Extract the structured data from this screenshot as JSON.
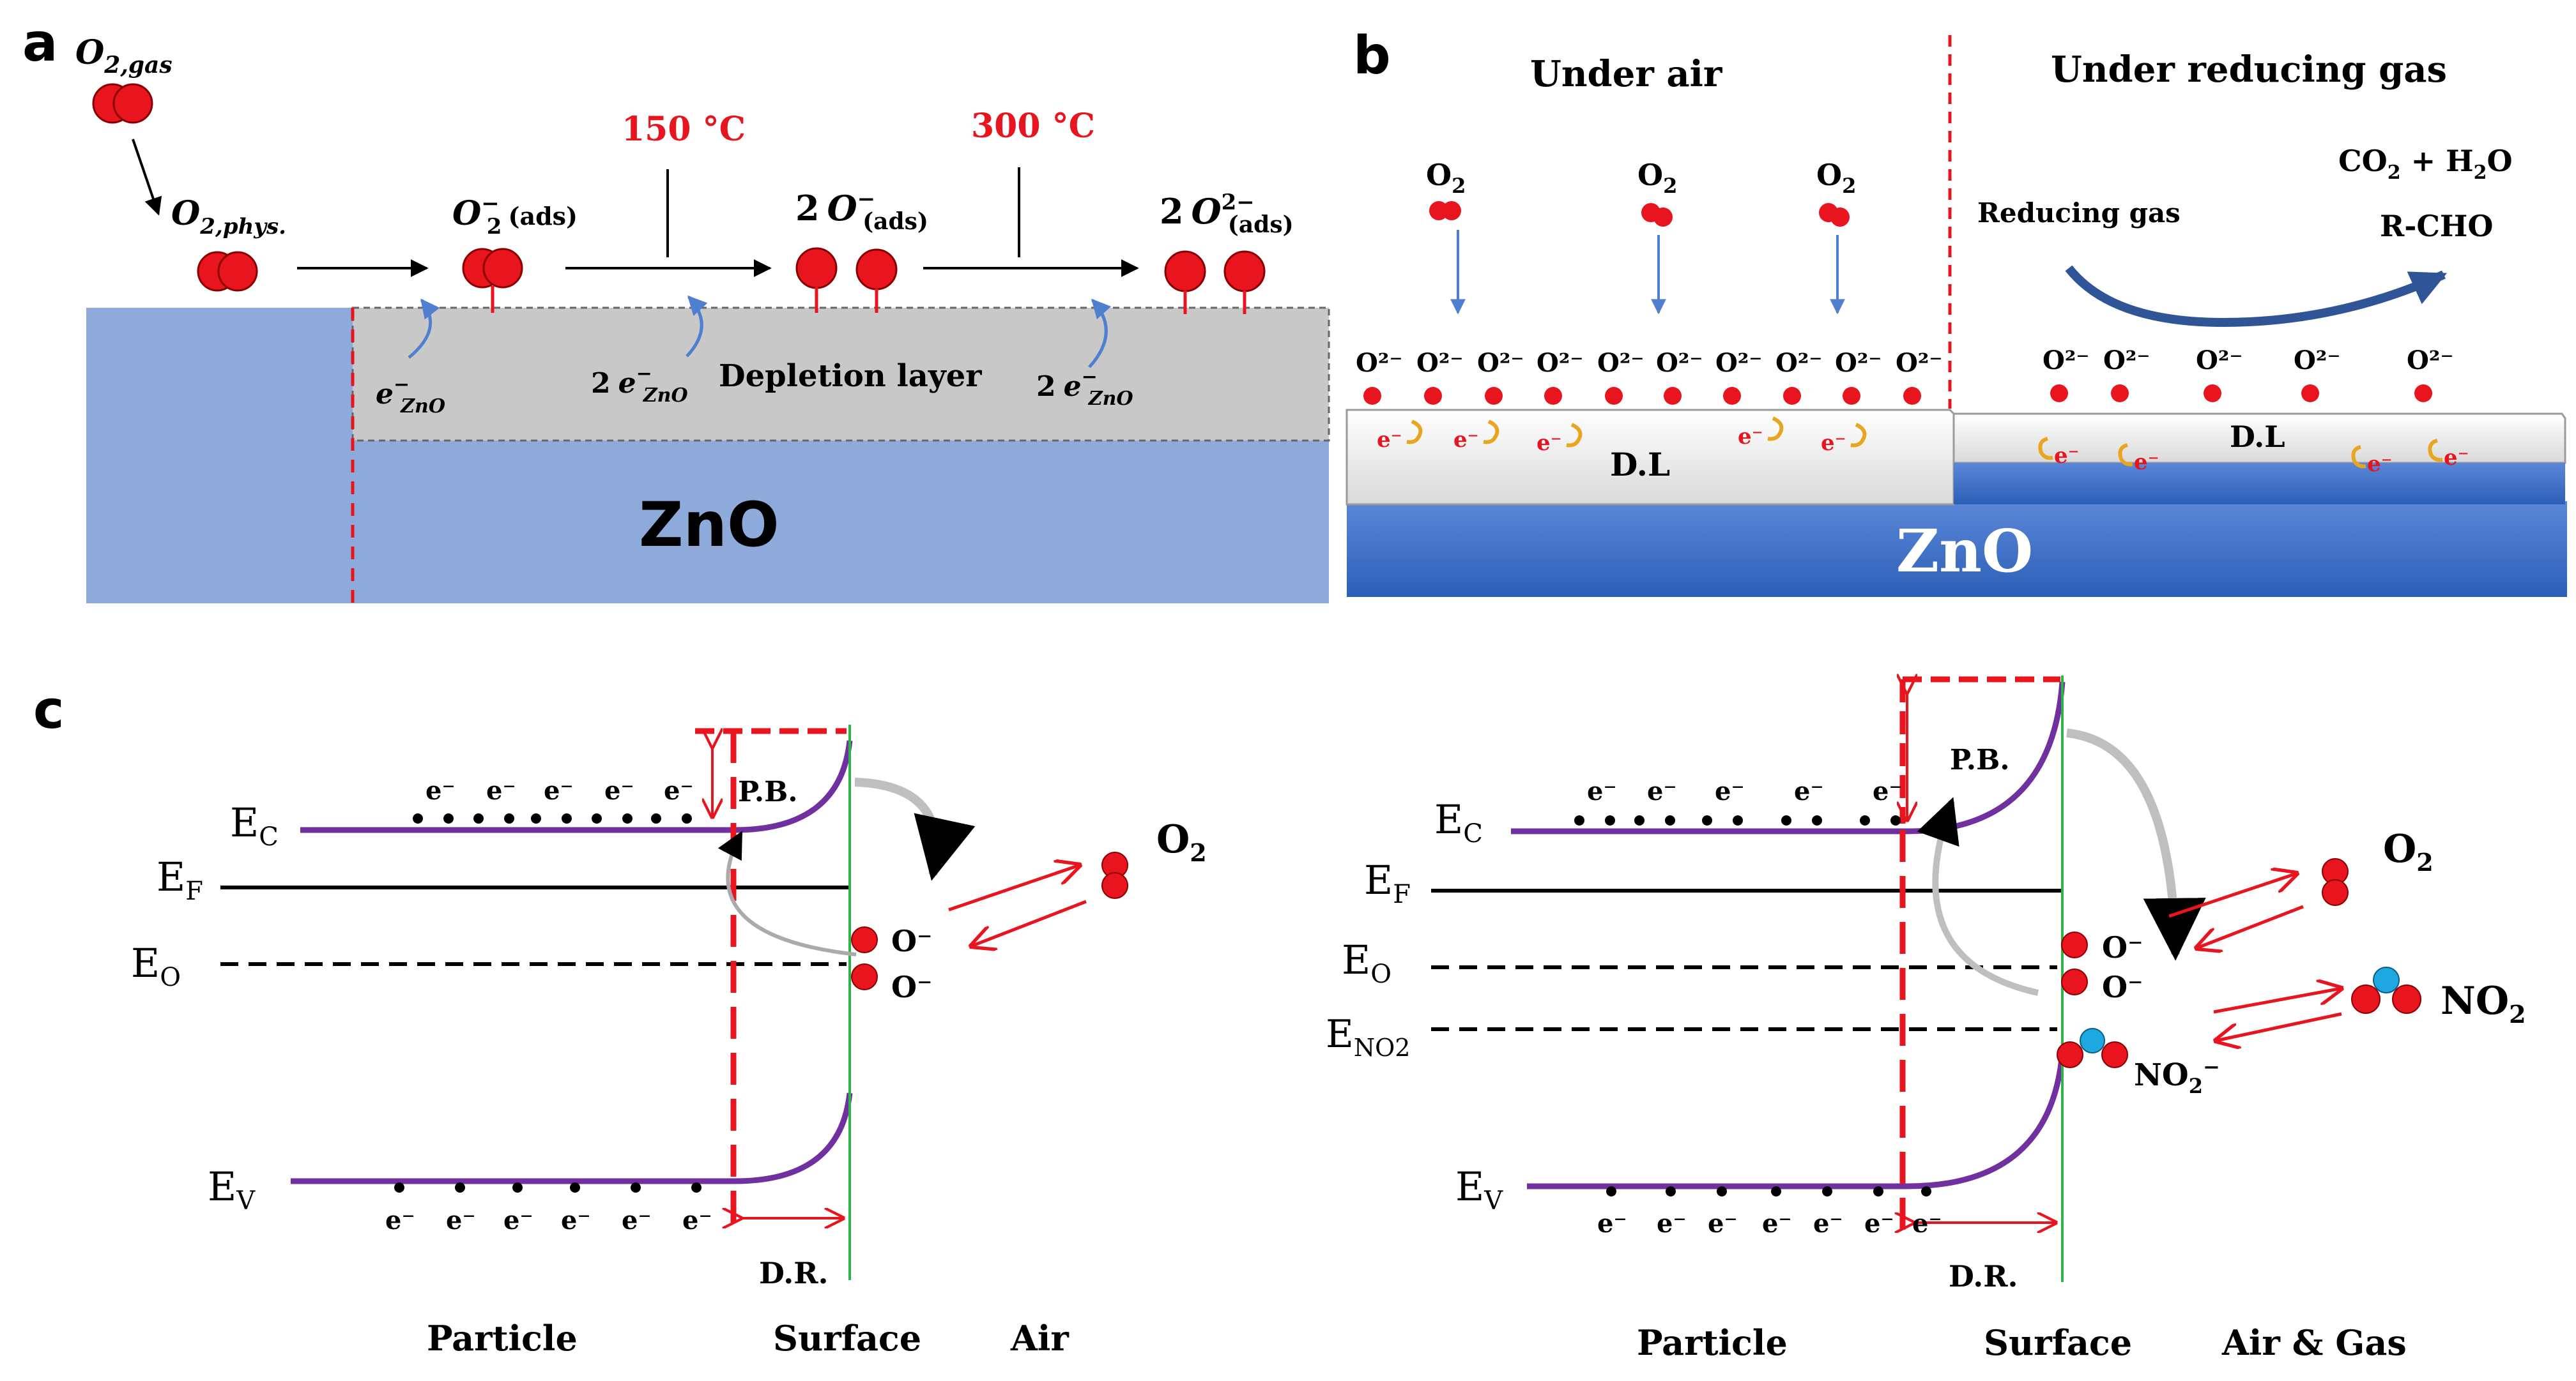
{
  "panel_a": {
    "letter": "a",
    "o2_gas": {
      "base": "O",
      "sub": "2,gas"
    },
    "o2_phys": {
      "base": "O",
      "sub": "2,phys."
    },
    "o2_minus": {
      "base": "O",
      "sup": "−",
      "sub": "2",
      "tag": "(ads)"
    },
    "two_o_minus": {
      "coef": "2",
      "base": "O",
      "sup": "−",
      "sub": "(ads)"
    },
    "two_o_2minus": {
      "coef": "2",
      "base": "O",
      "sup": "2−",
      "sub": "(ads)"
    },
    "temp1": "150 °C",
    "temp2": "300 °C",
    "electron1": {
      "base": "e",
      "sup": "−",
      "sub": "ZnO"
    },
    "electron2": {
      "coef": "2",
      "base": "e",
      "sup": "−",
      "sub": "ZnO"
    },
    "electron3": {
      "coef": "2",
      "base": "e",
      "sup": "−",
      "sub": "ZnO"
    },
    "depletion_label": "Depletion layer",
    "zno_label": "ZnO"
  },
  "panel_b": {
    "letter": "b",
    "under_air": "Under air",
    "under_reducing": "Under reducing gas",
    "o2_labels": [
      "O",
      "O",
      "O"
    ],
    "o2_sub": "2",
    "o2minus_label": "O²⁻",
    "reducing_gas": "Reducing gas",
    "products_line1": {
      "a": "CO",
      "a_sub": "2",
      "b": " + H",
      "b_sub": "2",
      "c": "O"
    },
    "products_line2": "R-CHO",
    "dl_left": "D.L",
    "dl_right": "D.L",
    "electron": "e⁻",
    "zno_label": "ZnO"
  },
  "panel_c": {
    "letter": "c",
    "left": {
      "ec": {
        "base": "E",
        "sub": "C"
      },
      "ef": {
        "base": "E",
        "sub": "F"
      },
      "eo": {
        "base": "E",
        "sub": "O"
      },
      "ev": {
        "base": "E",
        "sub": "V"
      },
      "pb": "P.B.",
      "dr": "D.R.",
      "o_minus": "O⁻",
      "o2": {
        "base": "O",
        "sub": "2"
      },
      "electron": "e⁻",
      "particle": "Particle",
      "surface": "Surface",
      "air": "Air"
    },
    "right": {
      "ec": {
        "base": "E",
        "sub": "C"
      },
      "ef": {
        "base": "E",
        "sub": "F"
      },
      "eo": {
        "base": "E",
        "sub": "O"
      },
      "eno2": {
        "base": "E",
        "sub": "NO2"
      },
      "ev": {
        "base": "E",
        "sub": "V"
      },
      "pb": "P.B.",
      "dr": "D.R.",
      "o_minus": "O⁻",
      "o2": {
        "base": "O",
        "sub": "2"
      },
      "no2": {
        "base": "NO",
        "sub": "2"
      },
      "no2_minus": {
        "base": "NO",
        "sub": "2",
        "sup": "−"
      },
      "electron": "e⁻",
      "particle": "Particle",
      "surface": "Surface",
      "air_gas": "Air & Gas"
    }
  },
  "colors": {
    "zno_blue_a": "#8eaadb",
    "zno_blue_b": "#4472c4",
    "depletion_gray": "#c8c8c8",
    "oxygen_red": "#e8141e",
    "highlight_red": "#e8141e",
    "band_purple": "#7030a0",
    "surface_green": "#2eb34a",
    "arrow_blue": "#2f5597",
    "electron_orange": "#e8a520",
    "nitrogen_blue": "#1fa7e0"
  }
}
